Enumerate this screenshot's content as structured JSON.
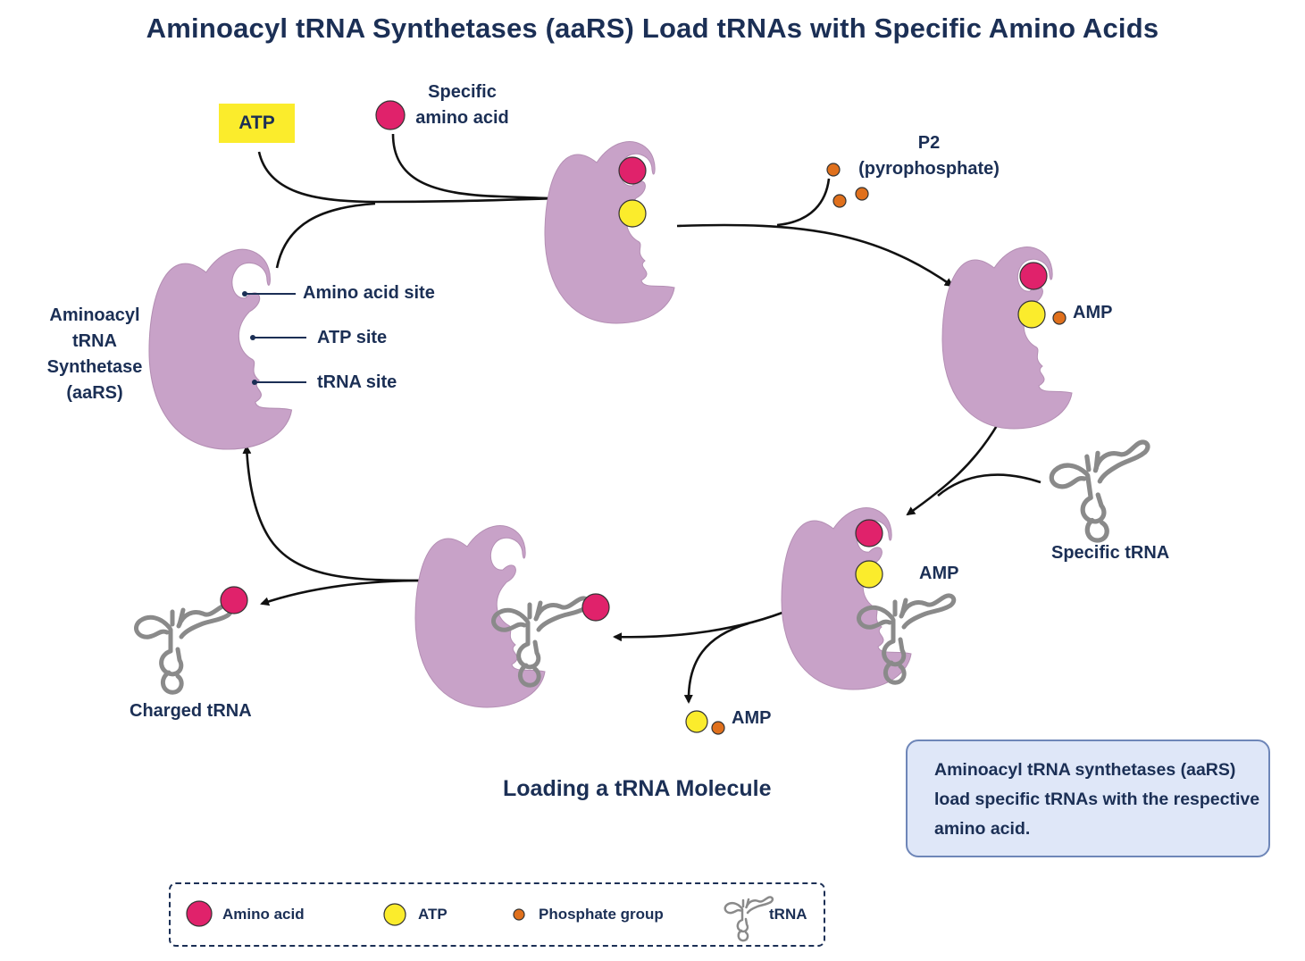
{
  "title": "Aminoacyl tRNA Synthetases (aaRS) Load tRNAs with Specific Amino Acids",
  "inputs": {
    "atp": "ATP",
    "amino_acid": [
      "Specific",
      "amino acid"
    ]
  },
  "enzyme_label": [
    "Aminoacyl",
    "tRNA",
    "Synthetase",
    "(aaRS)"
  ],
  "sites": [
    "Amino acid site",
    "ATP site",
    "tRNA site"
  ],
  "pyrophosphate": [
    "P2",
    "(pyrophosphate)"
  ],
  "amp_label": "AMP",
  "specific_trna": "Specific tRNA",
  "charged_trna": "Charged tRNA",
  "subtitle": "Loading a tRNA Molecule",
  "note": "Aminoacyl tRNA synthetases (aaRS) load specific tRNAs with the respective amino acid.",
  "legend": [
    {
      "label": "Amino acid",
      "icon": "amino-acid-dot"
    },
    {
      "label": "ATP",
      "icon": "atp-dot"
    },
    {
      "label": "Phosphate group",
      "icon": "phosphate-dot"
    },
    {
      "label": "tRNA",
      "icon": "trna-icon"
    }
  ],
  "colors": {
    "enzyme": "#c8a2c8",
    "amino_acid": "#e0226b",
    "atp": "#fbec2c",
    "phosphate": "#e0701c",
    "text": "#1b2f55",
    "trna": "#8a8a8a"
  }
}
